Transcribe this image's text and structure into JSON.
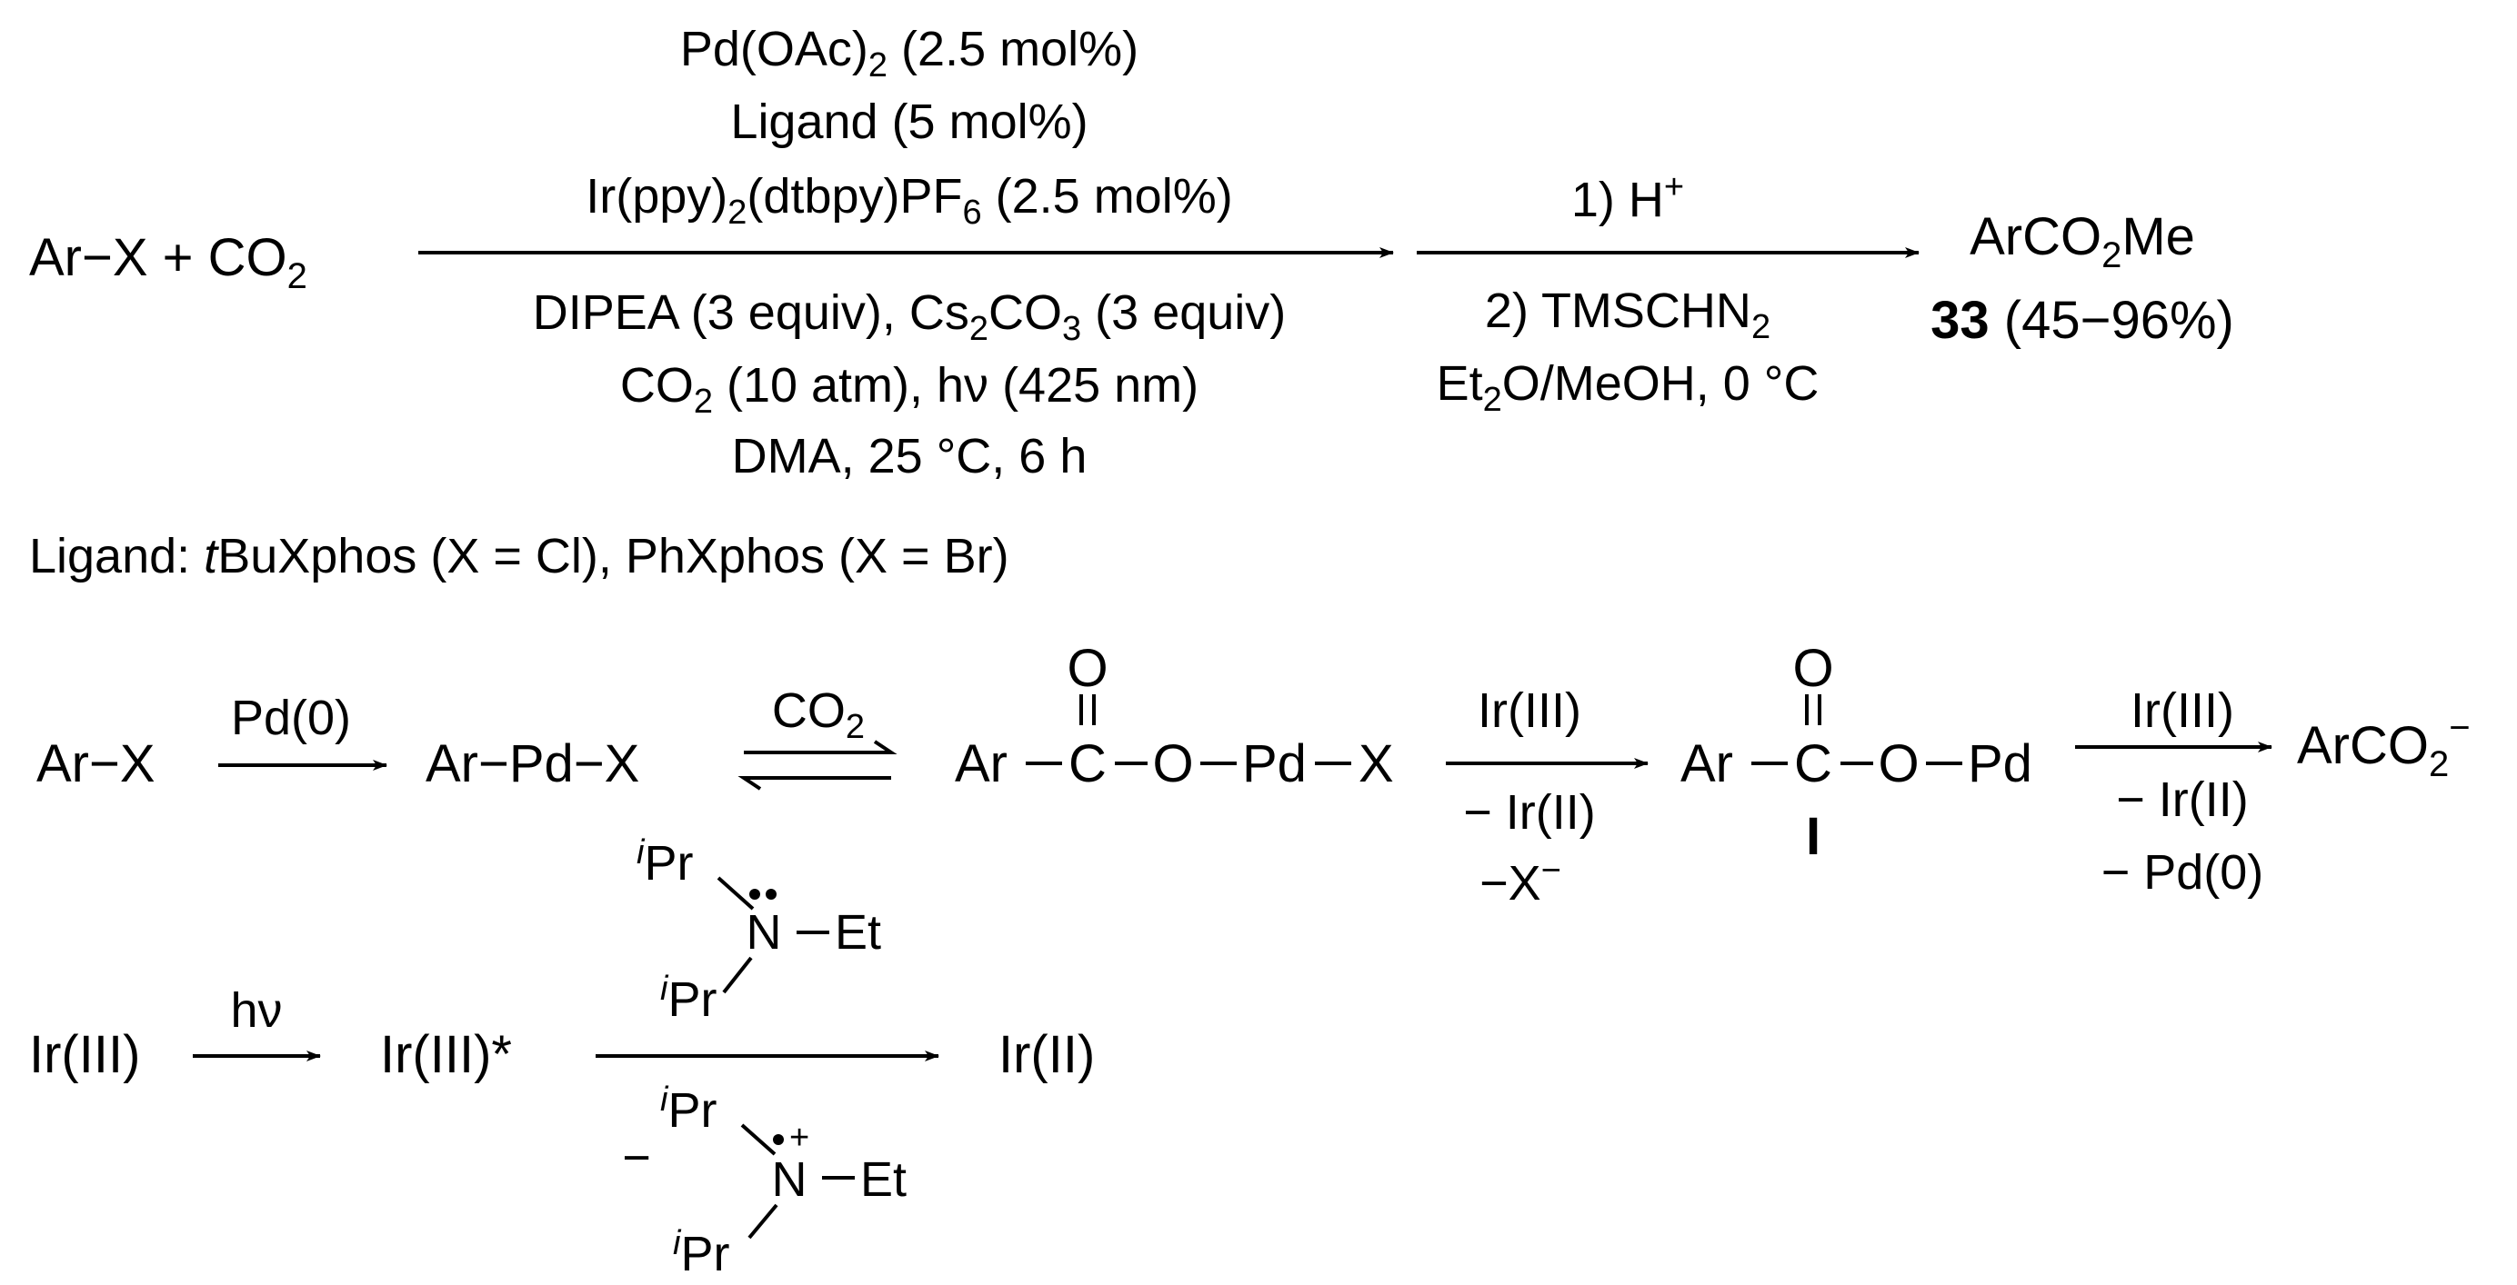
{
  "colors": {
    "ink": "#000000",
    "background": "#ffffff"
  },
  "reaction1": {
    "substrate": "Ar−X + CO",
    "substrate_sub": "2",
    "cond_pd": "Pd(OAc)",
    "cond_pd_sub": "2",
    "cond_pd_amt": " (2.5 mol%)",
    "cond_ligand": "Ligand (5 mol%)",
    "cond_ir_a": "Ir(ppy)",
    "cond_ir_sub1": "2",
    "cond_ir_b": "(dtbpy)PF",
    "cond_ir_sub2": "6",
    "cond_ir_c": " (2.5 mol%)",
    "cond_base_a": "DIPEA (3 equiv), Cs",
    "cond_base_sub1": "2",
    "cond_base_b": "CO",
    "cond_base_sub2": "3",
    "cond_base_c": " (3 equiv)",
    "cond_co2_a": "CO",
    "cond_co2_sub": "2",
    "cond_co2_b": " (10 atm), hν (425 nm)",
    "cond_solvent": "DMA, 25 °C, 6 h",
    "step2_top_a": "1) H",
    "step2_top_sup": "+",
    "step2_bot1_a": "2) TMSCHN",
    "step2_bot1_sub": "2",
    "step2_bot2_a": "Et",
    "step2_bot2_sub": "2",
    "step2_bot2_b": "O/MeOH, 0 °C",
    "product_a": "ArCO",
    "product_sub": "2",
    "product_b": "Me",
    "product_num": "33",
    "product_yield": " (45−96%)",
    "ligand_note_a": "Ligand: ",
    "ligand_note_it": "t",
    "ligand_note_b": "BuXphos (X = Cl), PhXphos (X = Br)"
  },
  "mechanism": {
    "start": "Ar−X",
    "arrow1_label": "Pd(0)",
    "pd_complex": "Ar−Pd−X",
    "eq_label_a": "CO",
    "eq_label_sub": "2",
    "ar": "Ar",
    "c": "C",
    "o": "O",
    "o_carbonyl": "O",
    "pd": "Pd",
    "x": "X",
    "arrow3_top": "Ir(III)",
    "arrow3_bot1": "− Ir(II)",
    "arrow3_bot2": "−X",
    "arrow3_bot2_sup": "−",
    "intermediate_label": "I",
    "arrow4_top": "Ir(III)",
    "arrow4_bot1": "− Ir(II)",
    "arrow4_bot2": "− Pd(0)",
    "final_a": "ArCO",
    "final_sub": "2",
    "final_sup": "−"
  },
  "photocycle": {
    "ir3": "Ir(III)",
    "hv": "hν",
    "ir3_star": "Ir(III)*",
    "ir2": "Ir(II)",
    "amine_ipr_sup": "i",
    "amine_pr": "Pr",
    "amine_n": "N",
    "amine_et": "Et",
    "radical_charge": "+",
    "minus": "−"
  }
}
